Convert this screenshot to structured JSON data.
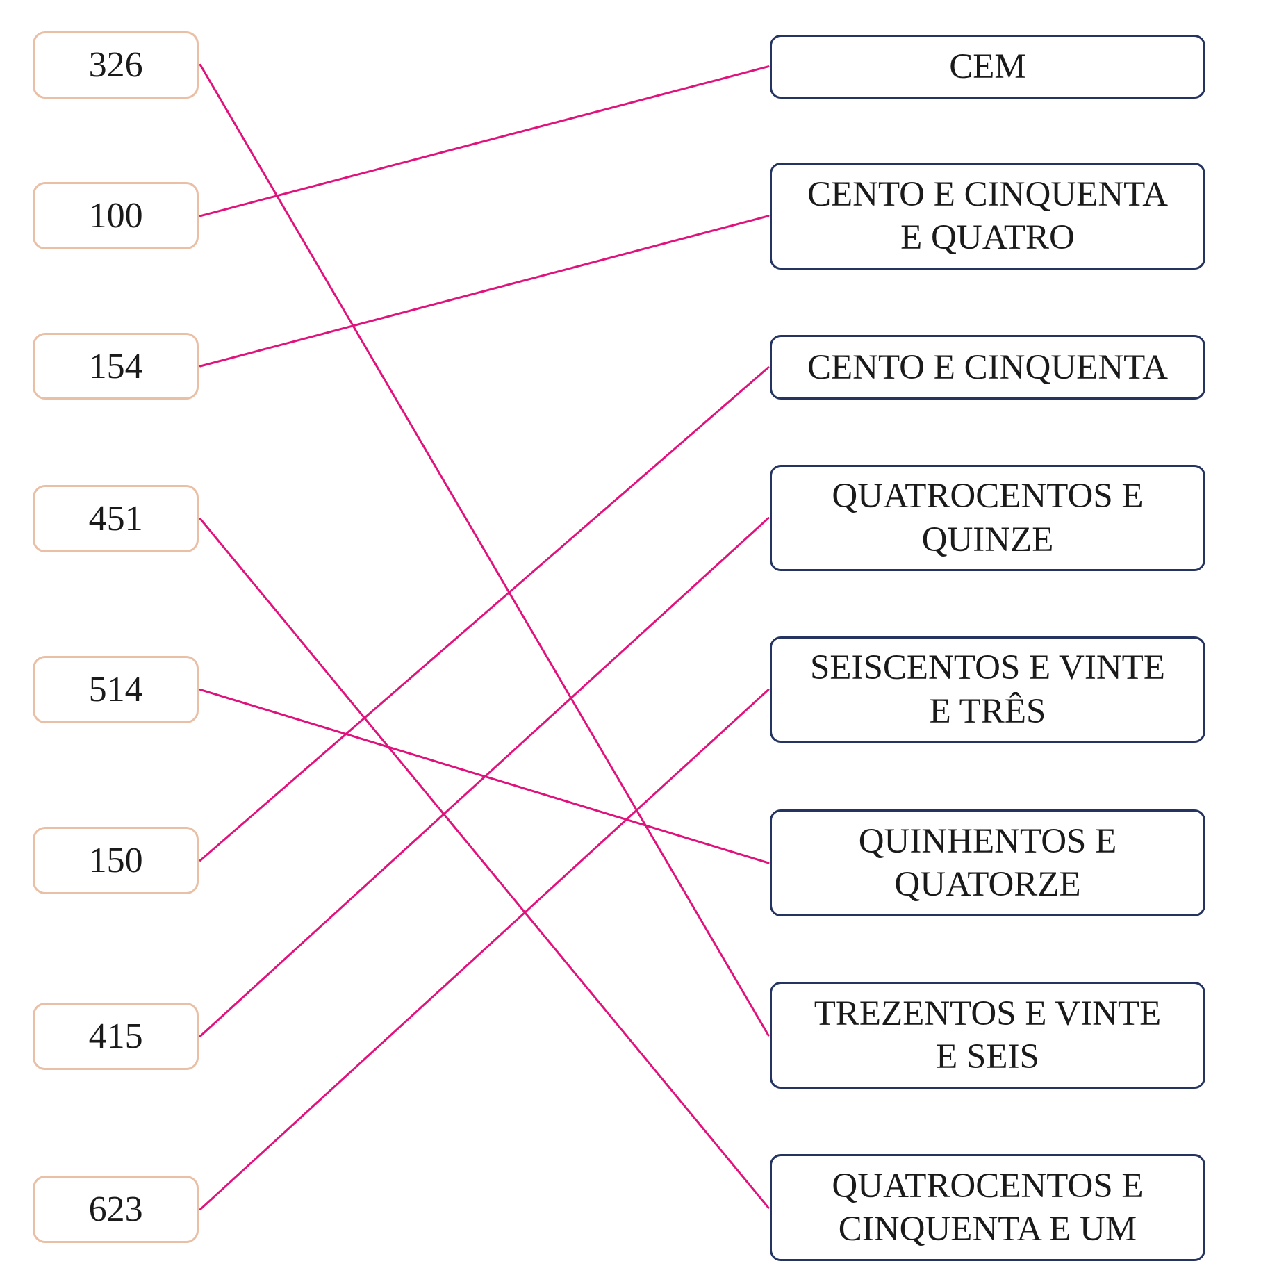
{
  "diagram": {
    "line_color": "#e0137d",
    "number_border_color": "#e9bfa6",
    "word_border_color": "#24335f",
    "numbers": [
      "326",
      "100",
      "154",
      "451",
      "514",
      "150",
      "415",
      "623"
    ],
    "words": [
      "CEM",
      "CENTO E CINQUENTA E QUATRO",
      "CENTO E CINQUENTA",
      "QUATROCENTOS E QUINZE",
      "SEISCENTOS E VINTE E TRÊS",
      "QUINHENTOS E QUATORZE",
      "TREZENTOS E VINTE E SEIS",
      "QUATROCENTOS E CINQUENTA E UM"
    ],
    "connections": [
      {
        "from": "326",
        "to": "TREZENTOS E VINTE E SEIS"
      },
      {
        "from": "100",
        "to": "CEM"
      },
      {
        "from": "154",
        "to": "CENTO E CINQUENTA E QUATRO"
      },
      {
        "from": "451",
        "to": "QUATROCENTOS E CINQUENTA E UM"
      },
      {
        "from": "514",
        "to": "QUINHENTOS E QUATORZE"
      },
      {
        "from": "150",
        "to": "CENTO E CINQUENTA"
      },
      {
        "from": "415",
        "to": "QUATROCENTOS E QUINZE"
      },
      {
        "from": "623",
        "to": "SEISCENTOS E VINTE E TRÊS"
      }
    ]
  }
}
